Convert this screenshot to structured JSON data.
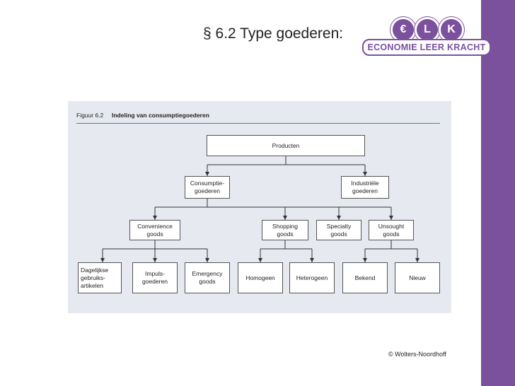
{
  "slide": {
    "title": "§ 6.2 Type goederen:",
    "copyright": "© Wolters-Noordhoff"
  },
  "logo": {
    "letters": [
      "€",
      "L",
      "K"
    ],
    "tagline": "ECONOMIE LEER KRACHT"
  },
  "figure": {
    "number": "Figuur 6.2",
    "title": "Indeling van consumptiegoederen"
  },
  "nodes": {
    "producten": "Producten",
    "consumptiegoederen": "Consumptie-\ngoederen",
    "industriele": "Industriële\ngoederen",
    "convenience": "Convenience\ngoods",
    "shopping": "Shopping\ngoods",
    "specialty": "Specialty\ngoods",
    "unsought": "Unsought\ngoods",
    "dagelijkse": "Dagelijkse\ngebruiks-\nartikelen",
    "impuls": "Impuls-\ngoederen",
    "emergency": "Emergency\ngoods",
    "homogeen": "Homogeen",
    "heterogeen": "Heterogeen",
    "bekend": "Bekend",
    "nieuw": "Nieuw"
  },
  "colors": {
    "brand_purple": "#7b519d",
    "panel_bg": "#e6e9ef",
    "rule_blue": "#4a7fa8"
  }
}
